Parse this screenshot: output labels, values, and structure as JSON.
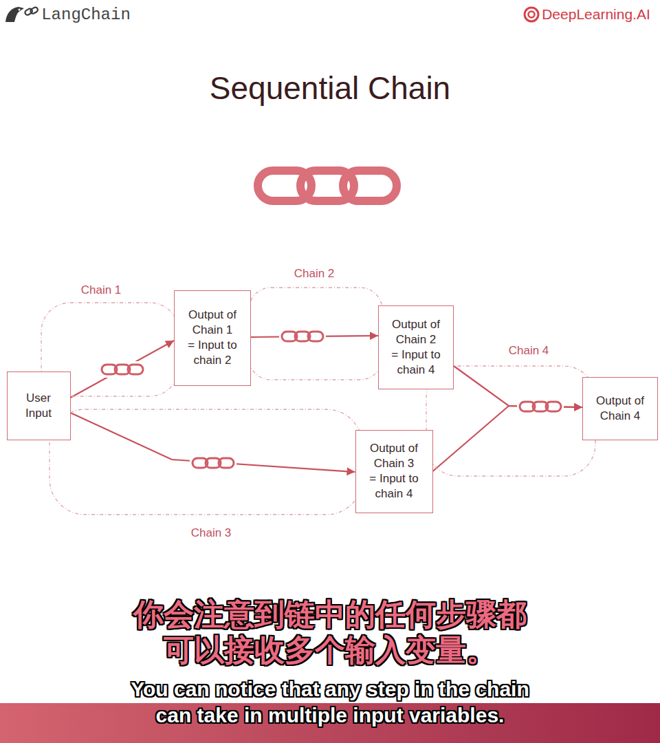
{
  "diagram": {
    "title": "Sequential Chain",
    "nodes": [
      {
        "text": [
          "User Input"
        ]
      },
      {
        "text": [
          "Output of Chain 1 = Input to chain 2"
        ]
      },
      {
        "text": [
          "Output of Chain 2 = Input to chain 4"
        ]
      },
      {
        "text": [
          "Output of Chain 3 = Input to chain 4"
        ]
      },
      {
        "text": [
          "Output of Chain 4"
        ]
      }
    ],
    "edges": [
      {
        "from": 0,
        "to": 1,
        "arrow": "to"
      },
      {
        "from": 1,
        "to": 2,
        "arrow": "to"
      },
      {
        "from": 0,
        "to": 3,
        "arrow": "to"
      },
      {
        "from": 2,
        "to": 4,
        "arrow": "to"
      },
      {
        "from": 3,
        "to": 4,
        "arrow": "to"
      }
    ],
    "labels": [
      "LangChain",
      "DeepLearning.AI",
      "Chain 1",
      "Chain 2",
      "Chain 3",
      "Chain 4",
      "你会注意到链中的任何步骤都 可以接收多个输入变量。",
      "You can notice that any step in the chain can take in multiple input variables."
    ]
  }
}
